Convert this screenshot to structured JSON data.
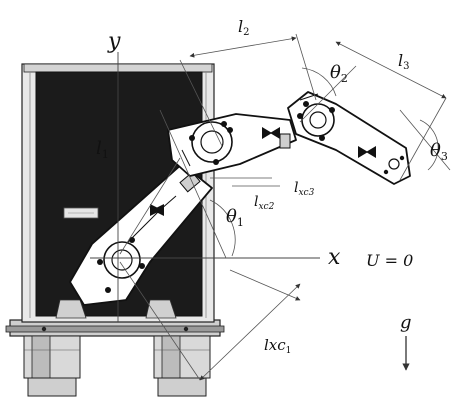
{
  "labels": {
    "y_axis": "y",
    "x_axis": "x",
    "l1": "l",
    "l1_sub": "1",
    "l2": "l",
    "l2_sub": "2",
    "l3": "l",
    "l3_sub": "3",
    "theta1": "θ",
    "theta1_sub": "1",
    "theta2": "θ",
    "theta2_sub": "2",
    "theta3": "θ",
    "theta3_sub": "3",
    "lxc1": "lxc",
    "lxc1_sub": "1",
    "lxc2": "l",
    "lxc2_sub": "xc2",
    "lxc3": "l",
    "lxc3_sub": "xc3",
    "potential": "U = 0",
    "gravity": "g"
  },
  "colors": {
    "stroke": "#1a1a1a",
    "cabinet_panel": "#1b1b1b",
    "cabinet_frame": "#e9e9e9",
    "base_gray": "#bdbdbd",
    "light_gray": "#dcdcdc",
    "dim_line": "#555555"
  }
}
